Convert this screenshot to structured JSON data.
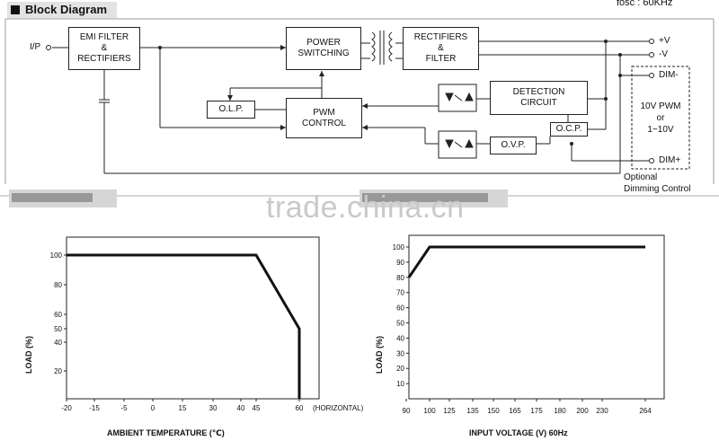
{
  "header": {
    "title": "Block Diagram",
    "fosc": "fosc : 60KHz"
  },
  "blocks": {
    "emi": [
      "EMI FILTER",
      "&",
      "RECTIFIERS"
    ],
    "power": [
      "POWER",
      "SWITCHING"
    ],
    "rect": [
      "RECTIFIERS",
      "&",
      "FILTER"
    ],
    "olp": "O.L.P.",
    "pwm": [
      "PWM",
      "CONTROL"
    ],
    "detect": [
      "DETECTION",
      "CIRCUIT"
    ],
    "ocp": "O.C.P.",
    "ovp": "O.V.P."
  },
  "terminals": {
    "input": "I/P",
    "vplus": "+V",
    "vminus": "-V",
    "dim_minus": "DIM-",
    "dim_plus": "DIM+"
  },
  "dimming": {
    "box": [
      "10V PWM",
      "or",
      "1~10V"
    ],
    "caption": [
      "Optional",
      "Dimming Control"
    ]
  },
  "watermark": "trade.china.cn",
  "chart_data": [
    {
      "type": "line",
      "title": "",
      "xlabel": "AMBIENT TEMPERATURE (℃)",
      "ylabel": "LOAD (%)",
      "x_ticks": [
        "-20",
        "-15",
        "-5",
        "0",
        "15",
        "30",
        "40",
        "45",
        "60",
        "(HORIZONTAL)"
      ],
      "y_ticks": [
        "100",
        "80",
        "60",
        "50",
        "40",
        "20"
      ],
      "series": [
        {
          "x": [
            -20,
            45,
            60,
            60
          ],
          "y": [
            100,
            100,
            50,
            0
          ]
        }
      ]
    },
    {
      "type": "line",
      "title": "",
      "xlabel": "INPUT VOLTAGE (V) 60Hz",
      "ylabel": "LOAD (%)",
      "x_ticks": [
        "90",
        "100",
        "125",
        "135",
        "150",
        "165",
        "175",
        "180",
        "200",
        "230",
        "264"
      ],
      "y_ticks": [
        "100",
        "90",
        "80",
        "70",
        "60",
        "50",
        "40",
        "30",
        "20",
        "10"
      ],
      "series": [
        {
          "x": [
            90,
            100,
            264
          ],
          "y": [
            80,
            100,
            100
          ]
        }
      ]
    }
  ]
}
